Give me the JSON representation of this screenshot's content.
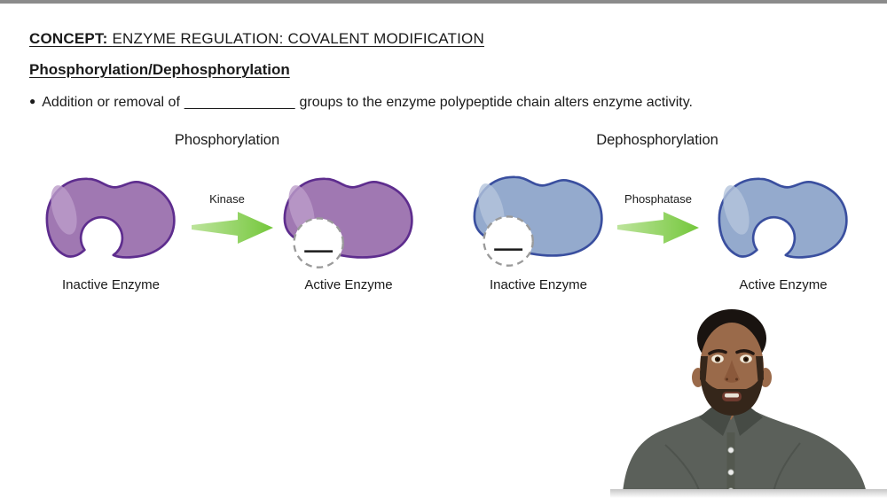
{
  "top_bar": {
    "color": "#8b8b8b"
  },
  "header": {
    "concept_label": "CONCEPT:",
    "concept_title": "ENZYME REGULATION: COVALENT MODIFICATION",
    "subtitle": "Phosphorylation/Dephosphorylation"
  },
  "bullet": {
    "glyph": "●",
    "pre": "Addition or removal of",
    "blank": "______________",
    "post": "groups to the enzyme polypeptide chain alters enzyme activity."
  },
  "phosphorylation": {
    "title": "Phosphorylation",
    "arrow_label": "Kinase",
    "inactive_label": "Inactive Enzyme",
    "active_label": "Active Enzyme",
    "enzyme_fill": "#a078b2",
    "enzyme_stroke": "#5e2d8e",
    "enzyme_highlight": "#bb9cc9"
  },
  "dephosphorylation": {
    "title": "Dephosphorylation",
    "arrow_label": "Phosphatase",
    "inactive_label": "Inactive Enzyme",
    "active_label": "Active Enzyme",
    "enzyme_fill": "#94aacd",
    "enzyme_stroke": "#3a4f9f",
    "enzyme_highlight": "#b4c4dc"
  },
  "arrow": {
    "gradient_start": "#bde49c",
    "gradient_end": "#74c73b"
  },
  "phosphate_site": {
    "circle_stroke": "#9a9a9a",
    "blank_line": "#1a1a1a"
  },
  "presenter": {
    "shirt": "#5b605a",
    "collar": "#464b45",
    "skin": "#9a6a4a",
    "hair": "#191310",
    "beard": "#35261a"
  },
  "video_edge": "#c6c6c6"
}
